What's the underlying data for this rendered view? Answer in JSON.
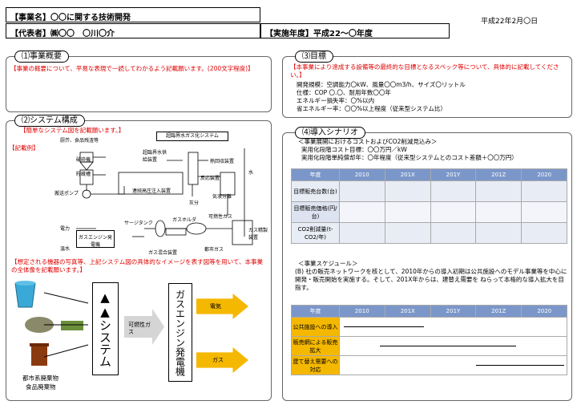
{
  "header": {
    "project_name": "【事業名】〇〇に関する技術開発",
    "representative": "【代表者】㈱〇〇　〇川〇介",
    "year": "【実施年度】平成22～〇年度",
    "date": "平成22年2月〇日"
  },
  "section1": {
    "title": "⑴事業概要",
    "text": "【事業の概要について、平易な表現で一読してわかるよう記載願います。(200文字程度)】"
  },
  "section2": {
    "title": "⑵システム構成",
    "instruction": "【簡単なシステム図を記載願います。】",
    "example_label": "【記載例】",
    "diagram": {
      "title": "超臨界水ガス化システム",
      "waste_label": "厨芥、食品残渣等",
      "crusher": "破砕機",
      "storage": "貯蔵槽",
      "pump": "搬送ポンプ",
      "scw_supply": "超臨界水供給装置",
      "heat_recovery": "熱回収装置",
      "continuous": "連続高圧注入装置",
      "reactor": "反応装置",
      "water": "水",
      "separator": "気液分離",
      "ash": "灰分",
      "combustible_gas": "可燃性ガス",
      "surge": "サージタンク",
      "holder": "ガスホルダ",
      "refiner": "ガス精製装置",
      "city_gas": "都市ガス",
      "mixer": "ガス混合装置",
      "engine": "ガスエンジン発電機",
      "power": "電力",
      "hot_water": "温水"
    },
    "note": "【想定される機器の写真等、上記システム図の具体的なイメージを表す図等を用いて、本事業の全体像を記載願います。】",
    "waste_caption_1": "都市系廃棄物",
    "waste_caption_2": "食品廃棄物",
    "system_label": "▲▲システム",
    "gas_label": "可燃性ガス",
    "engine_label": "ガスエンジン発電機",
    "out_power": "電気",
    "out_gas": "ガス"
  },
  "section3": {
    "title": "⑶目標",
    "instruction": "【本事業により達成する設備等の最終的な目標となるスペック等について、具体的に記載してください。】",
    "lines": [
      "開発規模：空調能力〇kW、風量〇〇m3/h、サイズ〇リットル",
      "仕様：COP 〇.〇、耐用年数〇〇年",
      "エネルギー損失率：〇%以内",
      "省エネルギー率：〇〇%以上程度（従来型システム比）"
    ]
  },
  "section4": {
    "title": "⑷導入シナリオ",
    "lines": [
      "＜事業展開におけるコストおよびCO2削減見込み＞",
      "実用化段階コスト目標：〇〇万円／kW",
      "実用化段階単純償却年：〇年程度（従来型システムとのコスト差額＋〇〇万円）"
    ],
    "table1": {
      "headers": [
        "年度",
        "2010",
        "201X",
        "201Y",
        "201Z",
        "2020"
      ],
      "rows": [
        "目標販売台数(台)",
        "目標販売価格(円/台)",
        "CO2削減量(t-CO2/年)"
      ]
    },
    "schedule_title": "＜事業スケジュール＞",
    "schedule_text": "(B) 社の販売ネットワークを核として、2010年からの導入初期は公共施設へのモデル事業等を中心に開発・販売開始を実施する。そして、201X年からは、建替え需要を ねらって本格的な導入拡大を目指す。",
    "table2": {
      "headers": [
        "年度",
        "2010",
        "201X",
        "201Y",
        "201Z",
        "2020"
      ],
      "rows": [
        "公共施設への導入",
        "販売網による販売拡大",
        "建て替え需要への対応"
      ]
    }
  }
}
